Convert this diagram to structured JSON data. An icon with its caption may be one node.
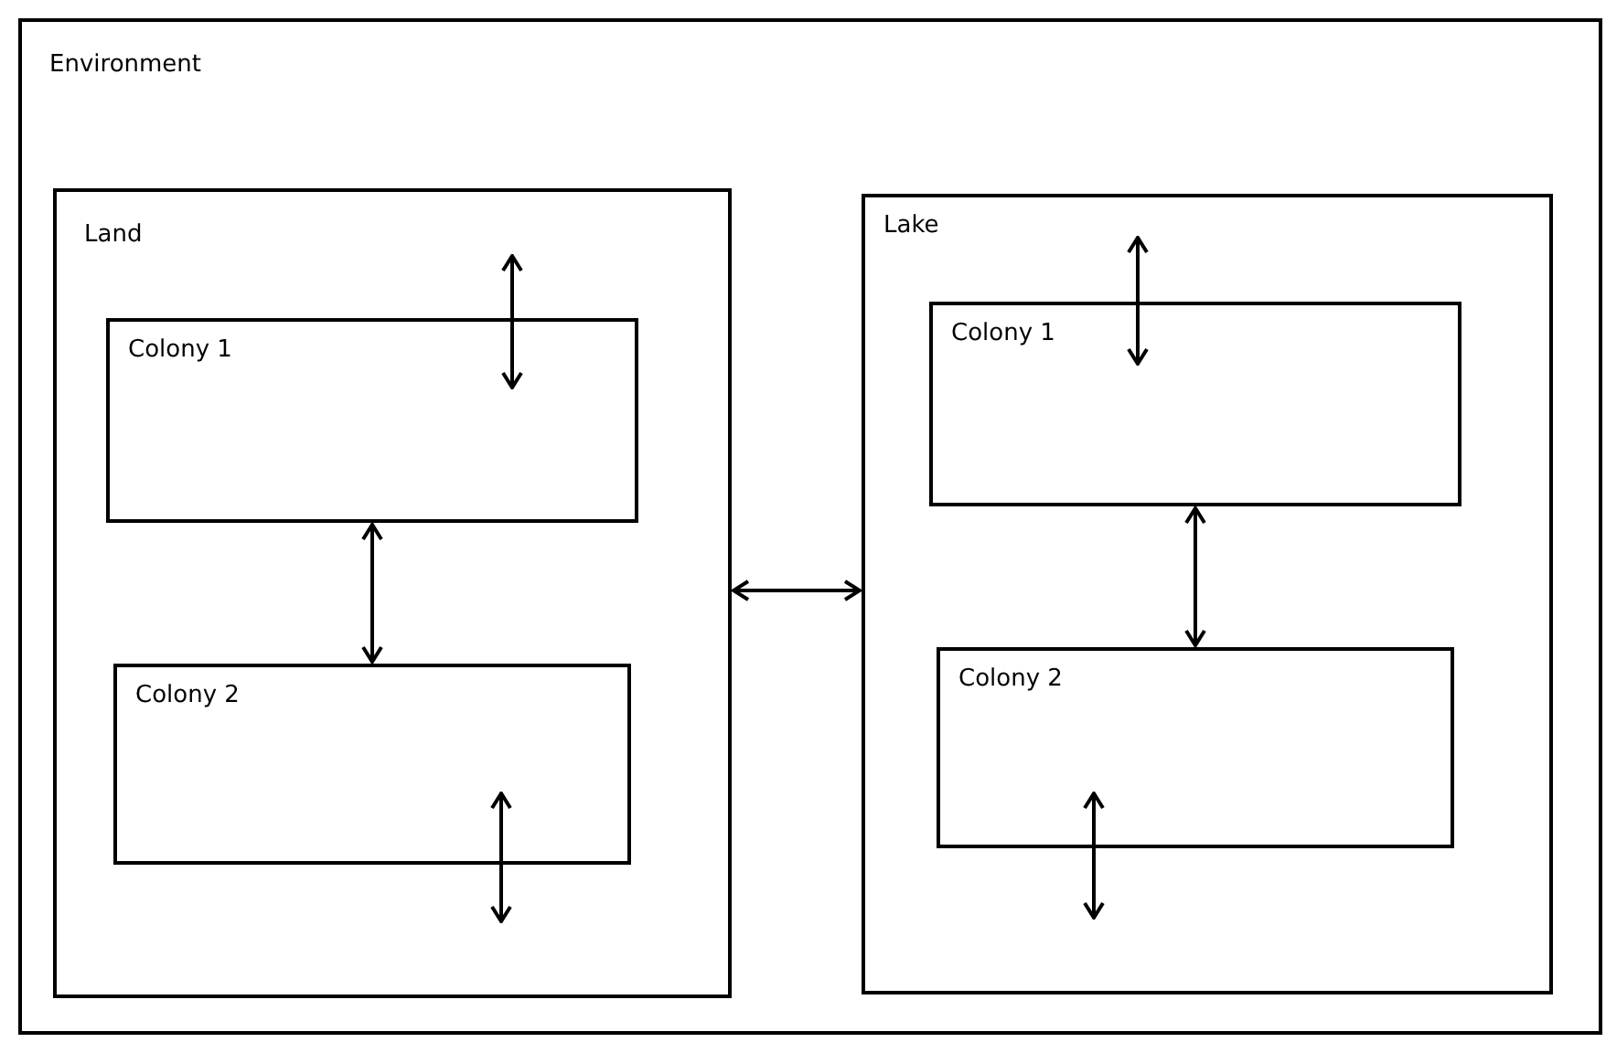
{
  "diagram": {
    "nodes": [
      {
        "text": [
          "Environment"
        ]
      },
      {
        "text": [
          "Land"
        ],
        "in": 0
      },
      {
        "text": [
          "Colony 1"
        ],
        "in": 1
      },
      {
        "text": [
          "Colony 2"
        ],
        "in": 1
      },
      {
        "text": [
          "Lake"
        ],
        "in": 0
      },
      {
        "text": [
          "Colony 1"
        ],
        "in": 4
      },
      {
        "text": [
          "Colony 2"
        ],
        "in": 4
      }
    ],
    "edges": [
      {
        "from": null,
        "to": 2,
        "arrow": "both"
      },
      {
        "from": 2,
        "to": 3,
        "arrow": "both"
      },
      {
        "from": 3,
        "to": null,
        "arrow": "both"
      },
      {
        "from": 1,
        "to": 4,
        "arrow": "both"
      },
      {
        "from": null,
        "to": 5,
        "arrow": "both"
      },
      {
        "from": 5,
        "to": 6,
        "arrow": "both"
      },
      {
        "from": 6,
        "to": null,
        "arrow": "both"
      }
    ]
  }
}
